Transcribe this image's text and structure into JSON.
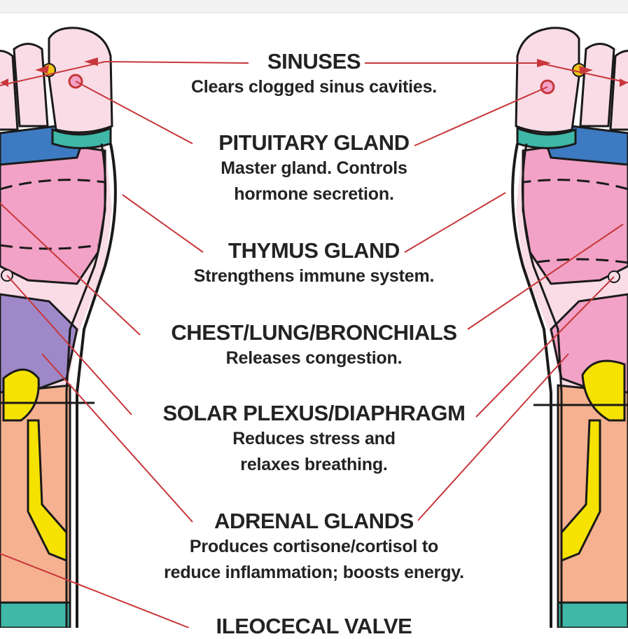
{
  "colors": {
    "leader_line": "#c8373a",
    "outline": "#1a1a1a",
    "pink": "#f2a2c6",
    "light_pink": "#f9dce6",
    "teal": "#3fb8a8",
    "blue": "#3e7ac2",
    "purple": "#9e88c8",
    "yellow": "#f5e200",
    "peach": "#f5b190",
    "orange_yellow": "#f1c419"
  },
  "zones": [
    {
      "title": "SINUSES",
      "desc": [
        "Clears clogged sinus cavities."
      ]
    },
    {
      "title": "PITUITARY GLAND",
      "desc": [
        "Master gland. Controls",
        "hormone secretion."
      ]
    },
    {
      "title": "THYMUS GLAND",
      "desc": [
        "Strengthens immune system."
      ]
    },
    {
      "title": "CHEST/LUNG/BRONCHIALS",
      "desc": [
        "Releases congestion."
      ]
    },
    {
      "title": "SOLAR PLEXUS/DIAPHRAGM",
      "desc": [
        "Reduces stress and",
        "relaxes breathing."
      ]
    },
    {
      "title": "ADRENAL GLANDS",
      "desc": [
        "Produces cortisone/cortisol to",
        "reduce inflammation; boosts energy."
      ]
    },
    {
      "title": "ILEOCECAL VALVE",
      "desc": []
    }
  ]
}
